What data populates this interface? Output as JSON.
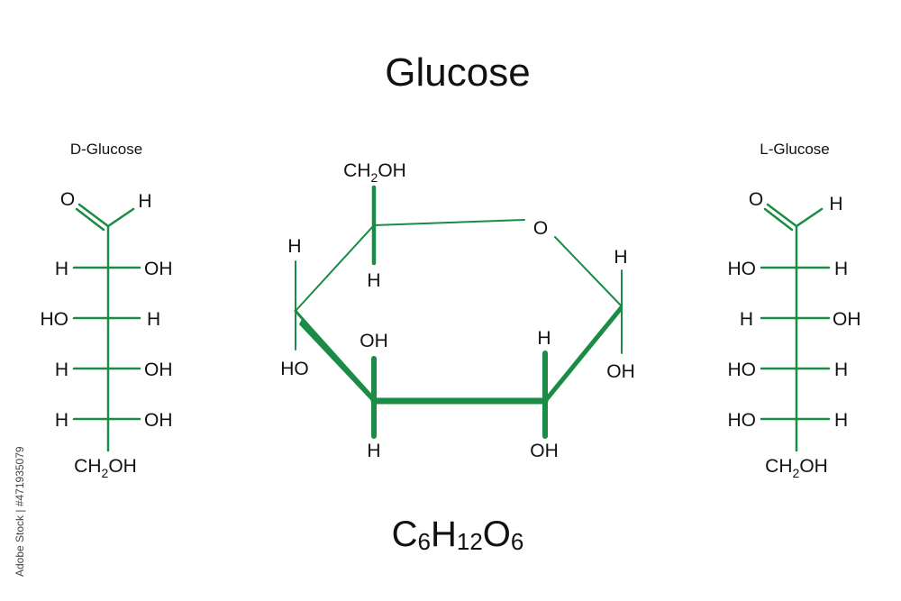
{
  "title": "Glucose",
  "formula": {
    "c": "C",
    "c_n": "6",
    "h": "H",
    "h_n": "12",
    "o": "O",
    "o_n": "6"
  },
  "colors": {
    "bond": "#1a8c45",
    "text": "#111111",
    "background": "#ffffff"
  },
  "d_glucose": {
    "name": "D-Glucose",
    "aldehyde_o": "O",
    "aldehyde_h": "H",
    "rows": [
      {
        "left": "H",
        "right": "OH"
      },
      {
        "left": "HO",
        "right": "H"
      },
      {
        "left": "H",
        "right": "OH"
      },
      {
        "left": "H",
        "right": "OH"
      }
    ],
    "bottom": {
      "a": "CH",
      "sub": "2",
      "b": "OH"
    }
  },
  "l_glucose": {
    "name": "L-Glucose",
    "aldehyde_o": "O",
    "aldehyde_h": "H",
    "rows": [
      {
        "left": "HO",
        "right": "H"
      },
      {
        "left": "H",
        "right": "OH"
      },
      {
        "left": "HO",
        "right": "H"
      },
      {
        "left": "HO",
        "right": "H"
      }
    ],
    "bottom": {
      "a": "CH",
      "sub": "2",
      "b": "OH"
    }
  },
  "ring": {
    "top_group": {
      "a": "CH",
      "sub": "2",
      "b": "OH"
    },
    "ring_oxygen": "O",
    "c5_h": "H",
    "c4_h": "H",
    "c4_oh": "HO",
    "c3_oh": "OH",
    "c3_h": "H",
    "c2_h": "H",
    "c2_oh": "OH",
    "c1_h": "H",
    "c1_oh": "OH"
  },
  "watermark": "Adobe Stock | #471935079"
}
